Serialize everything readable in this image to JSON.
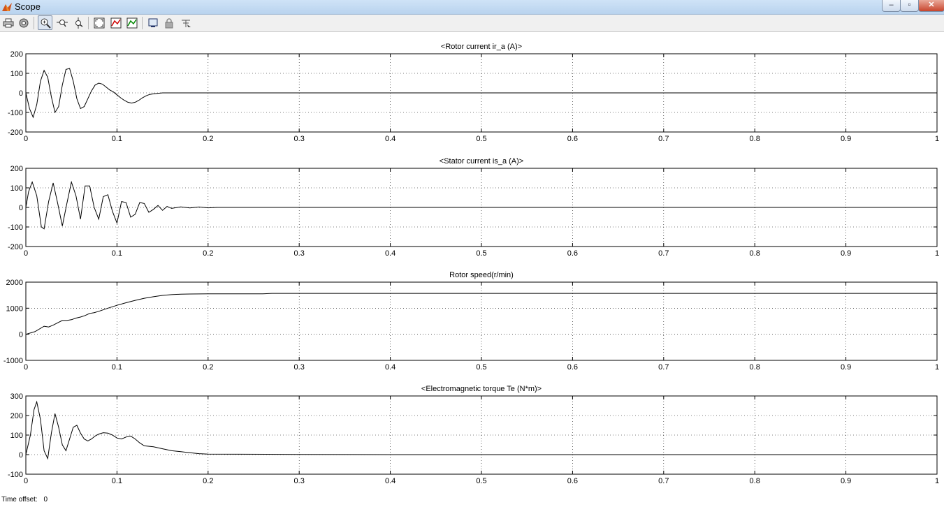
{
  "window": {
    "title": "Scope"
  },
  "toolbar": {
    "buttons": [
      {
        "name": "print-icon"
      },
      {
        "name": "parameters-icon"
      },
      {
        "name": "zoom-icon"
      },
      {
        "name": "zoom-x-icon"
      },
      {
        "name": "zoom-y-icon"
      },
      {
        "name": "autoscale-icon"
      },
      {
        "name": "save-axes-icon"
      },
      {
        "name": "restore-axes-icon"
      },
      {
        "name": "floating-scope-icon"
      },
      {
        "name": "lock-icon"
      },
      {
        "name": "signal-selection-icon"
      }
    ]
  },
  "status": {
    "label": "Time offset:",
    "value": "0"
  },
  "chart_data": [
    {
      "type": "line",
      "title": "<Rotor current ir_a (A)>",
      "xlim": [
        0,
        1
      ],
      "ylim": [
        -200,
        200
      ],
      "xticks": [
        "0",
        "0.1",
        "0.2",
        "0.3",
        "0.4",
        "0.5",
        "0.6",
        "0.7",
        "0.8",
        "0.9",
        "1"
      ],
      "yticks": [
        "200",
        "100",
        "0",
        "-100",
        "-200"
      ],
      "grid": true,
      "series": [
        {
          "x": [
            0,
            0.004,
            0.008,
            0.012,
            0.016,
            0.02,
            0.024,
            0.028,
            0.032,
            0.036,
            0.04,
            0.044,
            0.048,
            0.052,
            0.056,
            0.06,
            0.064,
            0.068,
            0.072,
            0.076,
            0.08,
            0.084,
            0.088,
            0.092,
            0.096,
            0.1,
            0.104,
            0.108,
            0.112,
            0.116,
            0.12,
            0.124,
            0.128,
            0.132,
            0.136,
            0.14,
            0.145,
            0.15,
            0.16,
            0.2,
            0.3,
            0.4,
            0.5,
            0.6,
            0.7,
            0.8,
            0.9,
            1
          ],
          "y": [
            0,
            -80,
            -125,
            -60,
            60,
            115,
            80,
            -20,
            -100,
            -70,
            40,
            120,
            125,
            60,
            -30,
            -80,
            -70,
            -30,
            10,
            40,
            50,
            45,
            30,
            15,
            5,
            -10,
            -25,
            -38,
            -48,
            -52,
            -48,
            -38,
            -25,
            -15,
            -8,
            -5,
            -2,
            0,
            0,
            0,
            0,
            0,
            0,
            0,
            0,
            0,
            0,
            0
          ]
        }
      ]
    },
    {
      "type": "line",
      "title": "<Stator current is_a (A)>",
      "xlim": [
        0,
        1
      ],
      "ylim": [
        -200,
        200
      ],
      "xticks": [
        "0",
        "0.1",
        "0.2",
        "0.3",
        "0.4",
        "0.5",
        "0.6",
        "0.7",
        "0.8",
        "0.9",
        "1"
      ],
      "yticks": [
        "200",
        "100",
        "0",
        "-100",
        "-200"
      ],
      "grid": true,
      "series": [
        {
          "x": [
            0,
            0.003,
            0.007,
            0.012,
            0.017,
            0.02,
            0.025,
            0.03,
            0.035,
            0.04,
            0.045,
            0.05,
            0.055,
            0.06,
            0.065,
            0.07,
            0.075,
            0.08,
            0.085,
            0.09,
            0.095,
            0.1,
            0.105,
            0.11,
            0.115,
            0.12,
            0.125,
            0.13,
            0.135,
            0.14,
            0.145,
            0.15,
            0.155,
            0.16,
            0.17,
            0.18,
            0.19,
            0.2,
            0.21,
            0.3,
            0.4,
            0.5,
            0.6,
            0.7,
            0.8,
            0.9,
            1
          ],
          "y": [
            0,
            80,
            130,
            60,
            -100,
            -110,
            30,
            125,
            20,
            -95,
            20,
            130,
            60,
            -60,
            110,
            110,
            0,
            -60,
            55,
            65,
            -20,
            -80,
            30,
            25,
            -50,
            -35,
            25,
            20,
            -25,
            -10,
            10,
            -15,
            5,
            -5,
            3,
            -3,
            2,
            -2,
            0,
            0,
            0,
            0,
            0,
            0,
            0,
            0,
            0
          ]
        }
      ]
    },
    {
      "type": "line",
      "title": "Rotor speed(r/min)",
      "xlim": [
        0,
        1
      ],
      "ylim": [
        -1000,
        2000
      ],
      "xticks": [
        "0",
        "0.1",
        "0.2",
        "0.3",
        "0.4",
        "0.5",
        "0.6",
        "0.7",
        "0.8",
        "0.9",
        "1"
      ],
      "yticks": [
        "2000",
        "1000",
        "0",
        "-1000"
      ],
      "grid": true,
      "series": [
        {
          "x": [
            0,
            0.01,
            0.02,
            0.025,
            0.03,
            0.035,
            0.04,
            0.045,
            0.05,
            0.055,
            0.06,
            0.065,
            0.07,
            0.075,
            0.08,
            0.09,
            0.1,
            0.11,
            0.12,
            0.13,
            0.14,
            0.15,
            0.16,
            0.17,
            0.18,
            0.2,
            0.26,
            0.27,
            0.3,
            0.4,
            0.5,
            0.6,
            0.7,
            0.8,
            0.9,
            1
          ],
          "y": [
            0,
            100,
            310,
            280,
            350,
            440,
            530,
            530,
            560,
            620,
            660,
            720,
            800,
            830,
            880,
            1000,
            1110,
            1210,
            1300,
            1380,
            1440,
            1490,
            1520,
            1540,
            1545,
            1550,
            1550,
            1570,
            1570,
            1570,
            1570,
            1570,
            1570,
            1570,
            1570,
            1570
          ]
        }
      ]
    },
    {
      "type": "line",
      "title": "<Electromagnetic torque Te (N*m)>",
      "xlim": [
        0,
        1
      ],
      "ylim": [
        -100,
        300
      ],
      "xticks": [
        "0",
        "0.1",
        "0.2",
        "0.3",
        "0.4",
        "0.5",
        "0.6",
        "0.7",
        "0.8",
        "0.9",
        "1"
      ],
      "yticks": [
        "300",
        "200",
        "100",
        "0",
        "-100"
      ],
      "grid": true,
      "series": [
        {
          "x": [
            0,
            0.005,
            0.009,
            0.012,
            0.016,
            0.02,
            0.024,
            0.028,
            0.032,
            0.036,
            0.04,
            0.044,
            0.048,
            0.052,
            0.056,
            0.06,
            0.064,
            0.068,
            0.072,
            0.076,
            0.08,
            0.085,
            0.09,
            0.095,
            0.1,
            0.105,
            0.11,
            0.115,
            0.12,
            0.125,
            0.13,
            0.14,
            0.15,
            0.16,
            0.17,
            0.18,
            0.19,
            0.2,
            0.3,
            0.4,
            0.5,
            0.6,
            0.7,
            0.8,
            0.9,
            1
          ],
          "y": [
            0,
            100,
            230,
            270,
            180,
            20,
            -20,
            110,
            210,
            140,
            50,
            20,
            80,
            140,
            150,
            110,
            80,
            70,
            80,
            95,
            105,
            112,
            110,
            100,
            85,
            80,
            90,
            95,
            80,
            60,
            45,
            40,
            30,
            20,
            15,
            10,
            5,
            3,
            1,
            0,
            0,
            0,
            0,
            0,
            0,
            0
          ]
        }
      ]
    }
  ]
}
